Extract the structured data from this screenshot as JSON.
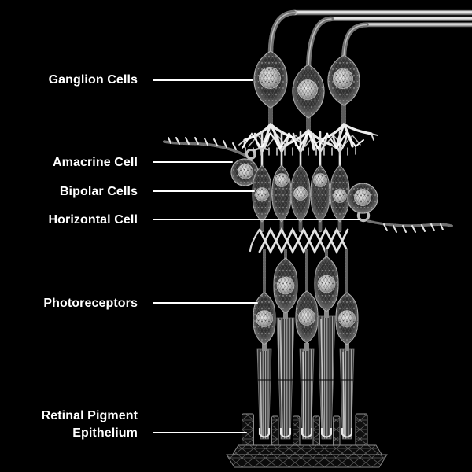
{
  "window": {
    "kind": "medical-illustration",
    "subject": "Retina cell layers cross-section (grayscale 3D wireframe render)",
    "background": "#000000"
  },
  "diagram": {
    "labels": {
      "ganglion": {
        "text": "Ganglion Cells"
      },
      "amacrine": {
        "text": "Amacrine Cell"
      },
      "bipolar": {
        "text": "Bipolar Cells"
      },
      "horizontal": {
        "text": "Horizontal Cell"
      },
      "photoreceptors": {
        "text": "Photoreceptors"
      },
      "rpe": {
        "line1": "Retinal Pigment",
        "line2": "Epithelium"
      }
    },
    "depicted_structures": [
      {
        "name": "ganglion cells",
        "count": 3
      },
      {
        "name": "amacrine cell",
        "count": 1
      },
      {
        "name": "bipolar cells",
        "count": 5
      },
      {
        "name": "horizontal cell",
        "count": 1
      },
      {
        "name": "photoreceptors",
        "count": 5
      },
      {
        "name": "retinal pigment epithelium base",
        "count": 1
      }
    ],
    "colors": {
      "label_text": "#ffffff",
      "leader_line": "#ffffff",
      "background": "#000000",
      "artwork_palette": "grayscale"
    }
  }
}
